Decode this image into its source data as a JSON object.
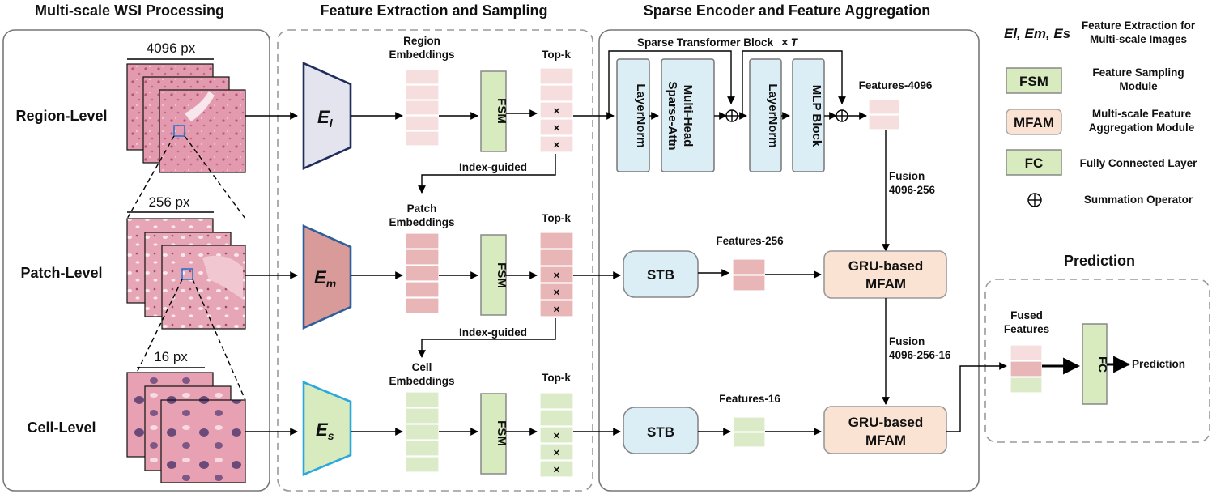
{
  "sections": {
    "wsi": "Multi-scale  WSI Processing",
    "extract": "Feature Extraction and Sampling",
    "sparse": "Sparse Encoder and Feature Aggregation",
    "prediction": "Prediction"
  },
  "levels": [
    "Region-Level",
    "Patch-Level",
    "Cell-Level"
  ],
  "scales": [
    "4096 px",
    "256 px",
    "16 px"
  ],
  "encoders": [
    {
      "main": "E",
      "sub": "l",
      "color": "#e4e4ee",
      "stroke": "#1f2c5c"
    },
    {
      "main": "E",
      "sub": "m",
      "color": "#d99a9a",
      "stroke": "#2d5f9a"
    },
    {
      "main": "E",
      "sub": "s",
      "color": "#d7ebbf",
      "stroke": "#29a8dc"
    }
  ],
  "embeddings": [
    "Region\nEmbeddings",
    "Patch\nEmbeddings",
    "Cell\nEmbeddings"
  ],
  "topk": "Top-k",
  "fsm": "FSM",
  "mark": "×",
  "index_guided": "Index-guided",
  "sparse_block": {
    "title": "Sparse Transformer Block",
    "times": "× T",
    "layernorm": "LayerNorm",
    "attn": "Multi-Head\nSparse-Attn",
    "mlp": "MLP Block"
  },
  "features": [
    "Features-4096",
    "Features-256",
    "Features-16"
  ],
  "stb": "STB",
  "mfam": "GRU-based\nMFAM",
  "fusion": [
    "Fusion\n4096-256",
    "Fusion\n4096-256-16"
  ],
  "fused": "Fused\nFeatures",
  "fc": "FC",
  "output": "Prediction",
  "legend": [
    {
      "key": "El, Em, Es",
      "desc": "Feature Extraction for\nMulti-scale Images"
    },
    {
      "key": "FSM",
      "desc": "Feature Sampling\nModule",
      "color": "#d7ebbf"
    },
    {
      "key": "MFAM",
      "desc": "Multi-scale Feature\nAggregation Module",
      "color": "#fbe3d3"
    },
    {
      "key": "FC",
      "desc": "Fully Connected Layer",
      "color": "#d7ebbf"
    },
    {
      "key": "⊕",
      "desc": "Summation Operator"
    }
  ],
  "colors": {
    "region_embed": "#f6dedf",
    "patch_embed": "#e8b6b7",
    "cell_embed": "#dcebc7",
    "green_block": "#d7ebbf",
    "blue_block": "#dbeef5",
    "mfam_block": "#fbe3d3",
    "tissue": "#d98a9e"
  }
}
